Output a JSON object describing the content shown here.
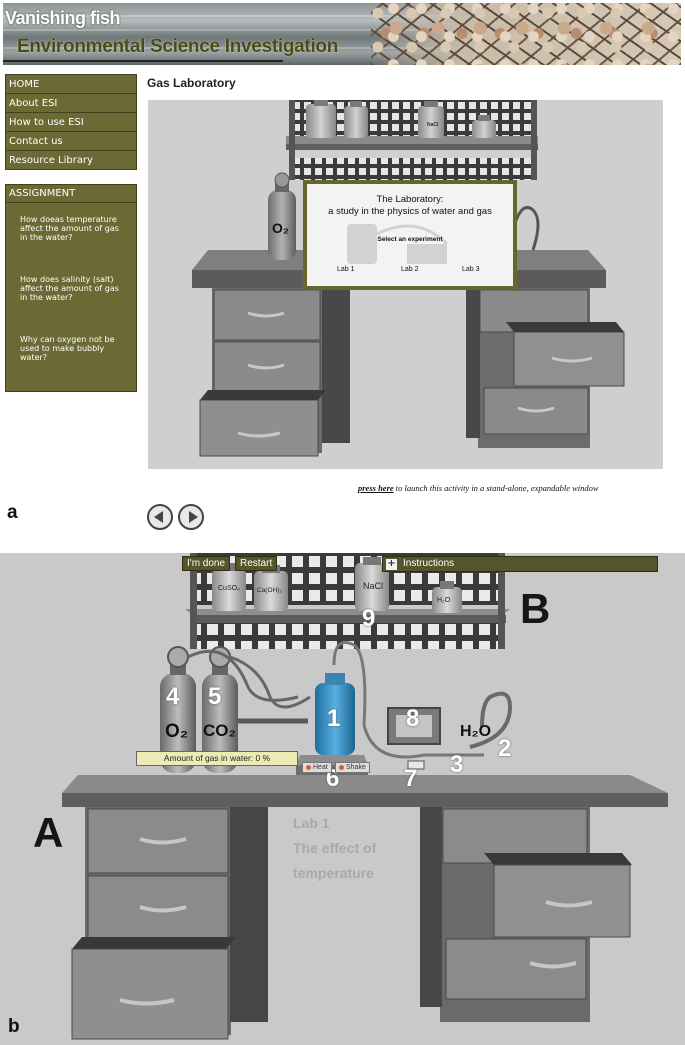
{
  "figure_labels": {
    "a": "a",
    "b": "b"
  },
  "banner": {
    "title_line1": "Vanishing fish",
    "title_line2": "Environmental Science Investigation"
  },
  "nav": {
    "items": [
      "HOME",
      "About ESI",
      "How to use ESI",
      "Contact us",
      "Resource Library"
    ]
  },
  "assignment": {
    "heading": "ASSIGNMENT",
    "questions": [
      "How doeas temperature affect the amount of gas in the water?",
      "How does salinity (salt) affect the amount of gas in the water?",
      "Why can oxygen not be used to make bubbly water?"
    ]
  },
  "lab_page": {
    "title": "Gas Laboratory",
    "popup": {
      "title_line1": "The Laboratory:",
      "title_line2": "a study in the physics of water and gas",
      "select_prompt": "Select an experiment",
      "labs": [
        "Lab 1",
        "Lab 2",
        "Lab 3"
      ]
    },
    "cylinder_label": "O₂",
    "jar_label": "NaCl",
    "press_here": "press here",
    "press_rest": " to launch this activity in a stand-alone, expandable window"
  },
  "nav_arrows": {
    "prev_icon": "arrow-left-circle-icon",
    "next_icon": "arrow-right-circle-icon"
  },
  "experiment": {
    "toolbar": {
      "done": "I'm done",
      "restart": "Restart",
      "instructions_toggle": "+",
      "instructions": "Instructions"
    },
    "jars": [
      "CuSO₄",
      "Ca(OH)₂",
      "NaCl",
      "H₂O"
    ],
    "cylinders": [
      "O₂",
      "CO₂"
    ],
    "water_label": "H₂O",
    "numbers": [
      "1",
      "2",
      "3",
      "4",
      "5",
      "6",
      "7",
      "8",
      "9"
    ],
    "region_labels": {
      "bench": "A",
      "shelf": "B"
    },
    "gas_readout": "Amount of gas in water: 0 %",
    "heat": "Heat",
    "shake": "Shake",
    "lab_overlay": [
      "Lab 1",
      "The effect of",
      "temperature"
    ]
  },
  "colors": {
    "olive": "#6b6a35",
    "olive_dark": "#55542a",
    "bottle_blue": "#3f95c8",
    "gas_label_bg": "#ecebb6"
  }
}
